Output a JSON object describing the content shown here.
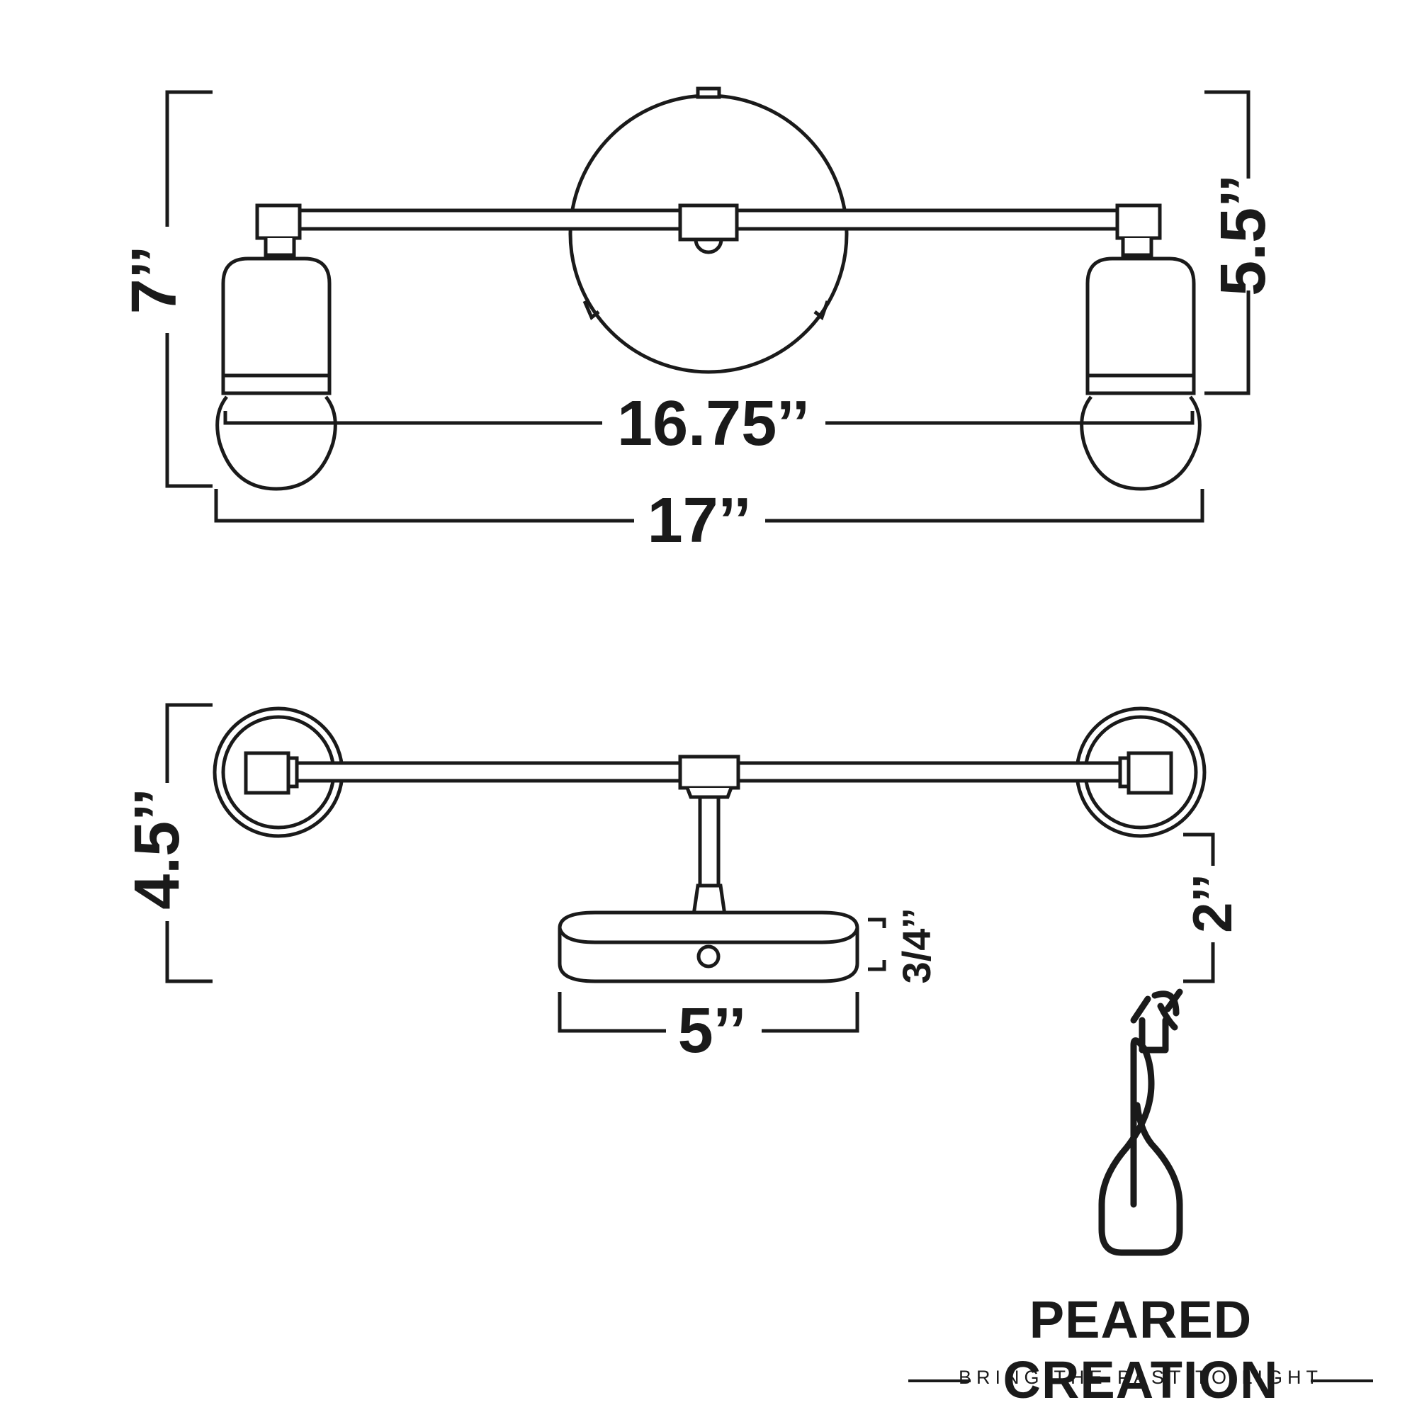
{
  "front_view": {
    "height_label": "7’’",
    "body_height_label": "5.5’’",
    "bulb_span_label": "16.75’’",
    "overall_width_label": "17’’"
  },
  "top_view": {
    "depth_label": "4.5’’",
    "offset_label": "2’’",
    "base_thickness_label": "3/4’’",
    "base_width_label": "5’’"
  },
  "brand": {
    "name": "PEARED CREATION",
    "tagline": "BRING THE PAST TO LIGHT"
  },
  "icons": [
    "pear-bulb-logo-icon"
  ]
}
